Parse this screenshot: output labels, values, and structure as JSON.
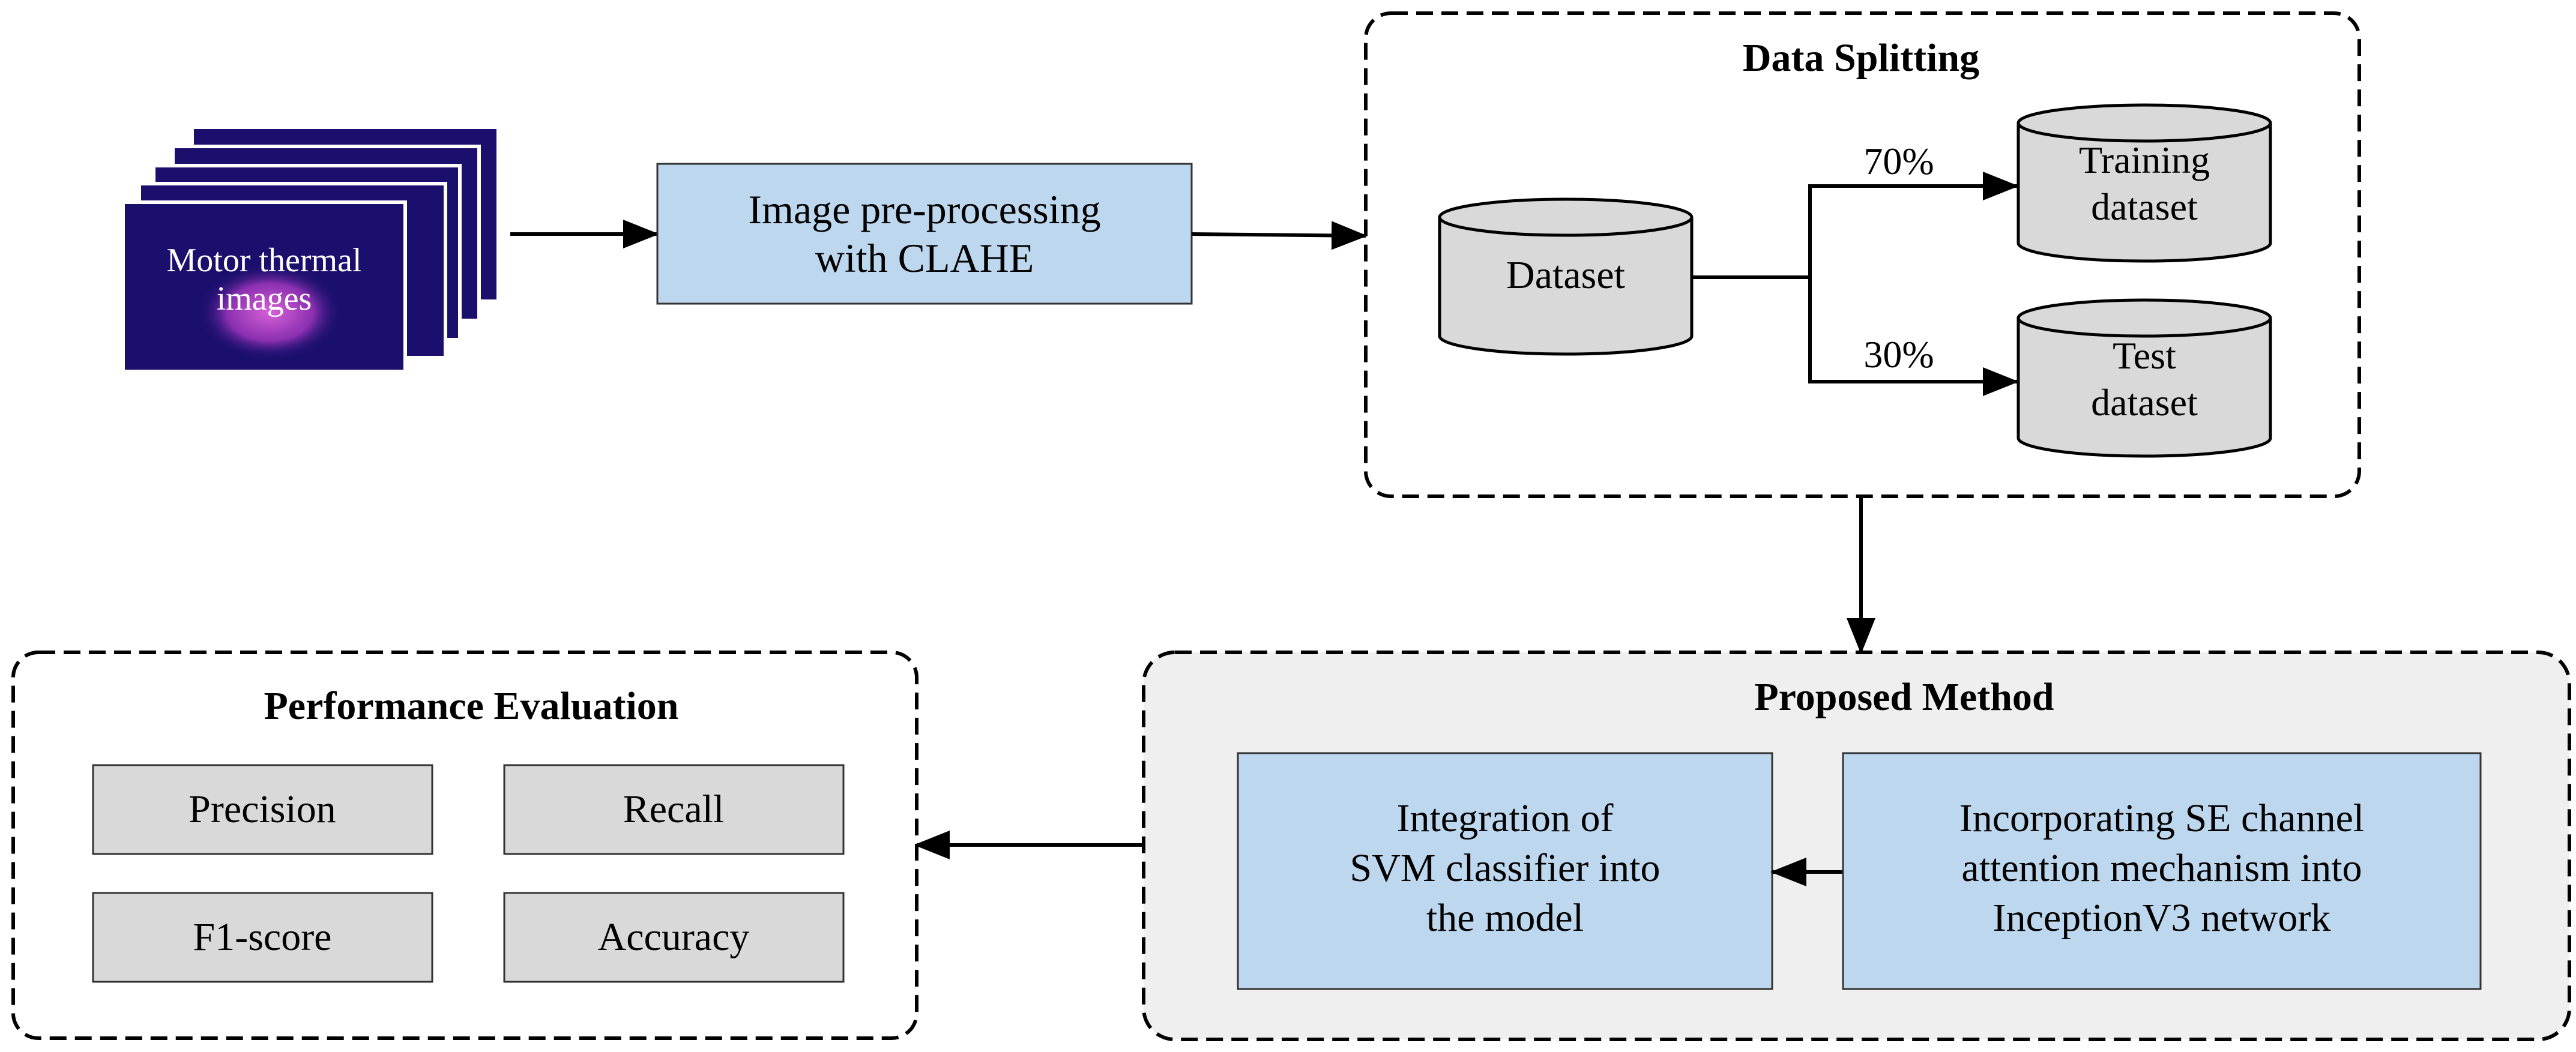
{
  "input_stack": {
    "label_line1": "Motor thermal",
    "label_line2": "images"
  },
  "preprocess": {
    "line1": "Image pre-processing",
    "line2": "with CLAHE"
  },
  "data_splitting": {
    "title": "Data Splitting",
    "dataset_label": "Dataset",
    "training": {
      "percent": "70%",
      "line1": "Training",
      "line2": "dataset"
    },
    "test": {
      "percent": "30%",
      "line1": "Test",
      "line2": "dataset"
    }
  },
  "proposed_method": {
    "title": "Proposed Method",
    "left_box": {
      "line1": "Integration of",
      "line2": "SVM classifier into",
      "line3": "the model"
    },
    "right_box": {
      "line1": "Incorporating SE channel",
      "line2": "attention mechanism into",
      "line3": "InceptionV3 network"
    }
  },
  "performance_evaluation": {
    "title": "Performance Evaluation",
    "metrics": [
      "Precision",
      "Recall",
      "F1-score",
      "Accuracy"
    ]
  },
  "colors": {
    "blue_box": "#bdd7ee",
    "gray_box": "#d9d9d9",
    "panel_gray": "#efefef",
    "thermal_dark": "#1b0f6e",
    "thermal_hot": "#c040c8"
  }
}
